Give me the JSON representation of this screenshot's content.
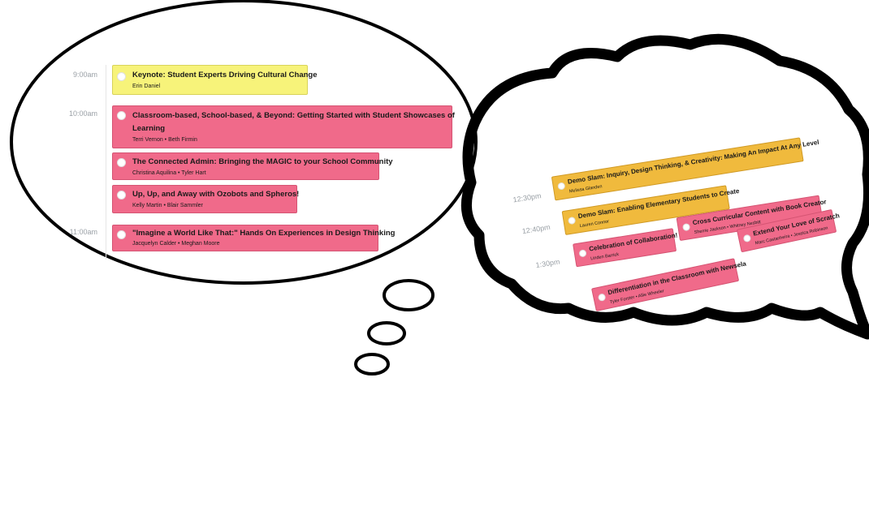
{
  "left_panel": {
    "times": [
      "9:00am",
      "10:00am",
      "11:00am"
    ],
    "sessions": [
      {
        "title": "Keynote: Student Experts Driving Cultural Change",
        "speakers": "Erin Daniel",
        "color": "#f7f37a"
      },
      {
        "title": "Classroom-based, School-based, & Beyond: Getting Started with Student Showcases of",
        "title_line2": "Learning",
        "speakers": "Terri Vernon • Beth Firmin",
        "color": "#f06a8a"
      },
      {
        "title": "The Connected Admin: Bringing the MAGIC to your School Community",
        "speakers": "Christina Aquilina • Tyler Hart",
        "color": "#f06a8a"
      },
      {
        "title": "Up, Up, and Away with Ozobots and Spheros!",
        "speakers": "Kelly Martin • Blair Sammler",
        "color": "#f06a8a"
      },
      {
        "title": "\"Imagine a World Like That:\" Hands On Experiences in Design Thinking",
        "speakers": "Jacquelyn Calder • Meghan Moore",
        "color": "#f06a8a"
      }
    ]
  },
  "right_panel": {
    "times": [
      "12:30pm",
      "12:40pm",
      "1:30pm"
    ],
    "sessions": [
      {
        "title": "Demo Slam: Inquiry, Design Thinking, & Creativity: Making An Impact At Any Level",
        "speakers": "Melissa Glanden",
        "color": "#f0ba3d"
      },
      {
        "title": "Demo Slam: Enabling Elementary Students to Create",
        "speakers": "Lauren Connor",
        "color": "#f0ba3d"
      },
      {
        "title": "Celebration of Collaboration!",
        "speakers": "Linden Barrick",
        "color": "#f06a8a"
      },
      {
        "title": "Cross Curricular Content with Book Creator",
        "speakers": "Sherrie Jackson • Whitney Nesbitt",
        "color": "#f06a8a"
      },
      {
        "title": "Extend Your Love of Scratch",
        "speakers": "Marc Castanheira • Jessica Robinson",
        "color": "#f06a8a"
      },
      {
        "title": "Differentiation in the Classroom with Newsela",
        "speakers": "Tyler Forster • Allie Wheeler",
        "color": "#f06a8a"
      }
    ]
  }
}
